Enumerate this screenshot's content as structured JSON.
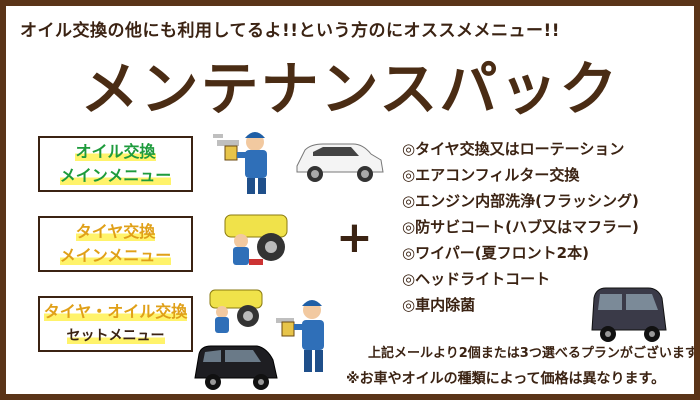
{
  "header": {
    "caption": "オイル交換の他にも利用してるよ!!という方のにオススメメニュー!!",
    "title": "メンテナンスパック"
  },
  "menus": [
    {
      "line1": "オイル交換",
      "line2": "メインメニュー"
    },
    {
      "line1": "タイヤ交換",
      "line2": "メインメニュー"
    },
    {
      "line1": "タイヤ・オイル交換",
      "line2": "セットメニュー"
    }
  ],
  "plus_sign": "+",
  "items": [
    "◎タイヤ交換又はローテーション",
    "◎エアコンフィルター交換",
    "◎エンジン内部洗浄(フラッシング)",
    "◎防サビコート(ハブ又はマフラー)",
    "◎ワイパー(夏フロント2本)",
    "◎ヘッドライトコート",
    "◎車内除菌"
  ],
  "notes": [
    "上記メールより2個または3つ選べるプランがございます。",
    "※お車やオイルの種類によって価格は異なります。"
  ],
  "colors": {
    "frame": "#5a3418",
    "text": "#3b2313",
    "green": "#1e9b3c",
    "orange": "#e0a018",
    "highlight": "#fff36b"
  },
  "illustrations": [
    "mechanic-oil-icon",
    "white-suv-icon",
    "tire-change-icon",
    "black-minivan-icon",
    "mechanic-oil-icon-2",
    "dark-minivan-icon"
  ]
}
